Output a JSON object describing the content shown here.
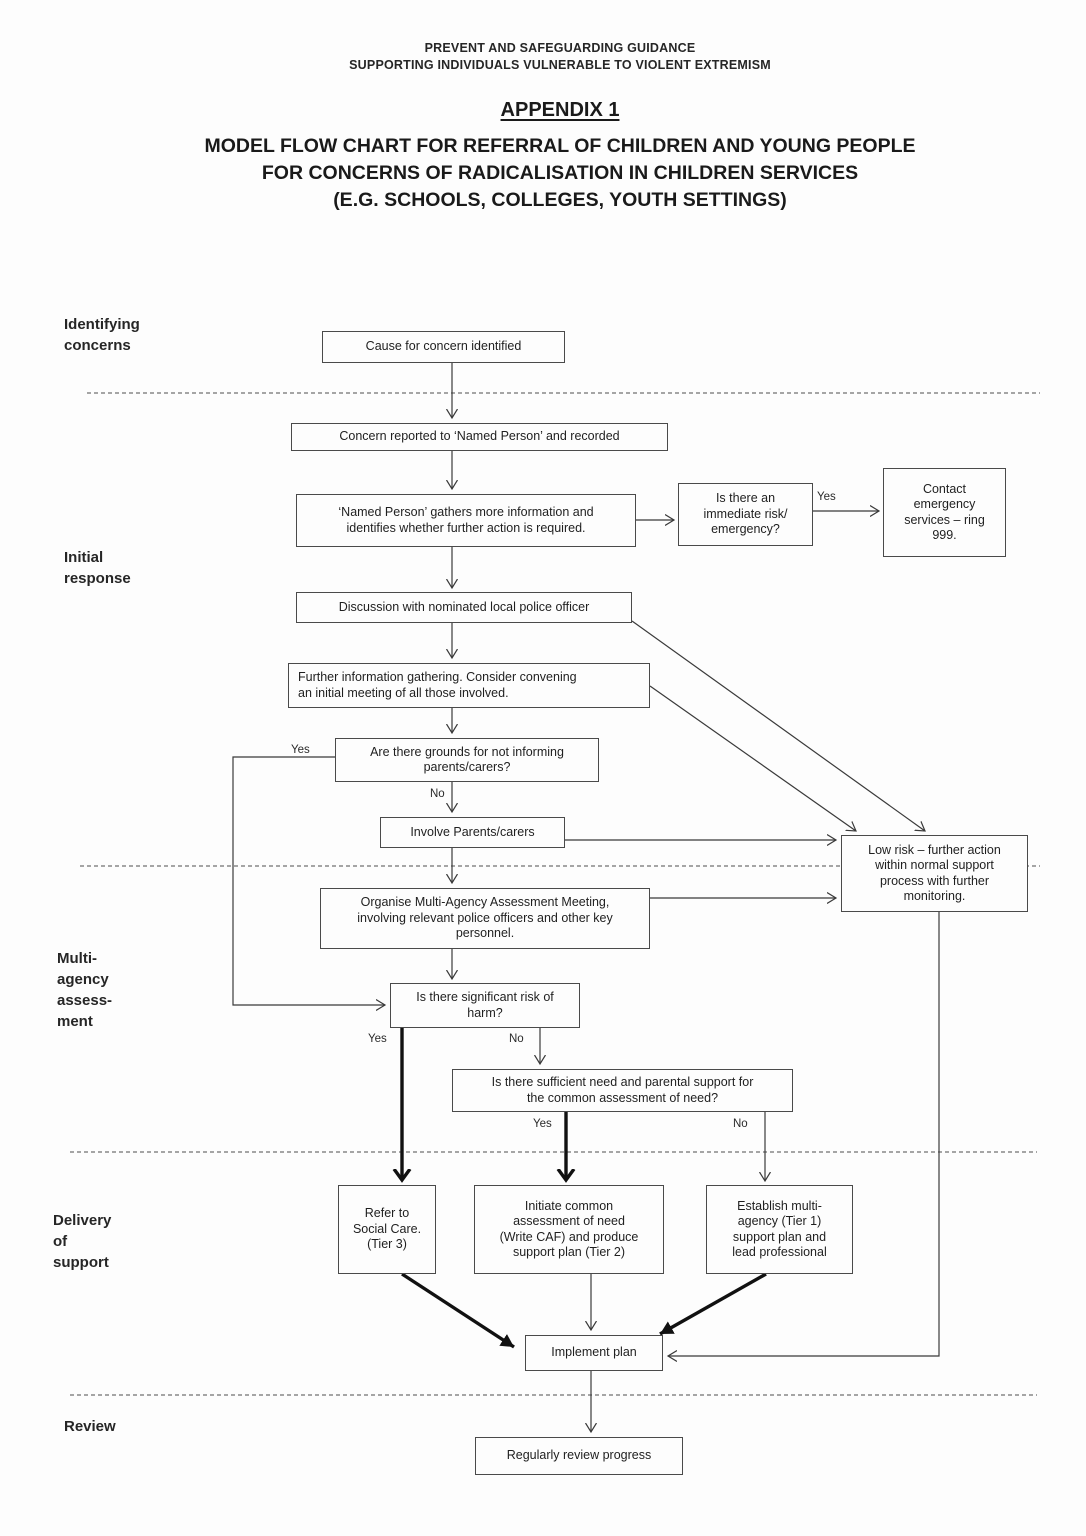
{
  "header": {
    "line1": "PREVENT AND SAFEGUARDING GUIDANCE",
    "line2": "SUPPORTING INDIVIDUALS VULNERABLE TO VIOLENT EXTREMISM",
    "appendix": "APPENDIX 1",
    "title_line1": "MODEL FLOW CHART FOR REFERRAL OF CHILDREN AND YOUNG PEOPLE",
    "title_line2": "FOR CONCERNS OF RADICALISATION IN CHILDREN SERVICES",
    "title_line3": "(E.G. SCHOOLS, COLLEGES, YOUTH SETTINGS)"
  },
  "sections": {
    "identifying": "Identifying\nconcerns",
    "initial": "Initial\nresponse",
    "multi_agency": "Multi-\nagency\nassess-\nment",
    "delivery": "Delivery\nof\nsupport",
    "review": "Review"
  },
  "nodes": {
    "cause": "Cause for concern identified",
    "reported": "Concern reported to ‘Named Person’ and recorded",
    "gathers": "‘Named Person’ gathers more information and\nidentifies whether further action is required.",
    "risk": "Is there an\nimmediate risk/\nemergency?",
    "contact999": "Contact\nemergency\nservices – ring\n999.",
    "police": "Discussion with nominated local police officer",
    "gathering": "Further information gathering. Consider convening\nan initial meeting of all those involved.",
    "grounds": "Are there grounds for not informing\nparents/carers?",
    "involve": "Involve Parents/carers",
    "lowrisk": "Low risk – further action\nwithin normal support\nprocess with further\nmonitoring.",
    "organise": "Organise Multi-Agency Assessment Meeting,\ninvolving relevant police officers and other key\npersonnel.",
    "harm": "Is there significant risk of\nharm?",
    "sufficient": "Is there sufficient need and parental support for\nthe common assessment of need?",
    "refer": "Refer to\nSocial Care.\n(Tier 3)",
    "initiate": "Initiate common\nassessment of need\n(Write CAF) and produce\nsupport plan (Tier 2)",
    "establish": "Establish multi-\nagency (Tier 1)\nsupport plan and\nlead professional",
    "implement": "Implement plan",
    "regularly": "Regularly review progress"
  },
  "edge_labels": {
    "emergency_yes": "Yes",
    "grounds_yes": "Yes",
    "grounds_no": "No",
    "harm_yes": "Yes",
    "harm_no": "No",
    "need_yes": "Yes",
    "need_no": "No"
  },
  "colors": {
    "ink": "#1f1f1f",
    "thin_line": "#3a3a3a",
    "thick_line": "#111111",
    "box_border": "#4a4a4a"
  }
}
